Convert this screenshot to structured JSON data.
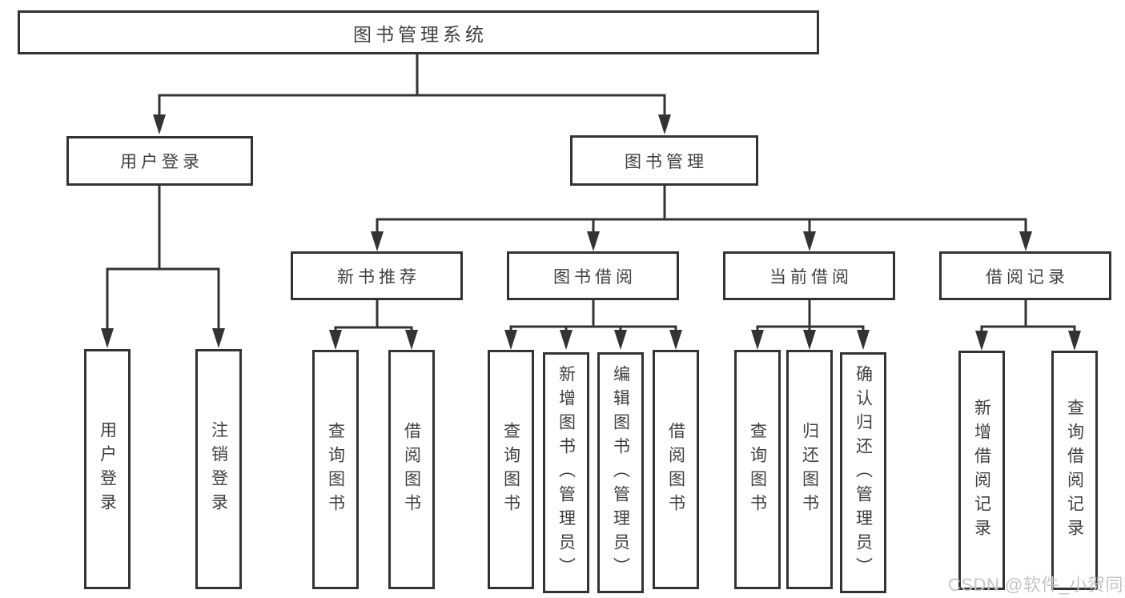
{
  "diagram": {
    "title_note": "",
    "root": {
      "label": "图书管理系统"
    },
    "branches": [
      {
        "label": "用户登录",
        "children": [
          {
            "label": "用户登录"
          },
          {
            "label": "注销登录"
          }
        ]
      },
      {
        "label": "图书管理",
        "children": [
          {
            "label": "新书推荐",
            "children": [
              {
                "label": "查询图书"
              },
              {
                "label": "借阅图书"
              }
            ]
          },
          {
            "label": "图书借阅",
            "children": [
              {
                "label": "查询图书"
              },
              {
                "label": "新增图书（管理员）"
              },
              {
                "label": "编辑图书（管理员）"
              },
              {
                "label": "借阅图书"
              }
            ]
          },
          {
            "label": "当前借阅",
            "children": [
              {
                "label": "查询图书"
              },
              {
                "label": "归还图书"
              },
              {
                "label": "确认归还（管理员）"
              }
            ]
          },
          {
            "label": "借阅记录",
            "children": [
              {
                "label": "新增借阅记录"
              },
              {
                "label": "查询借阅记录"
              }
            ]
          }
        ]
      }
    ]
  },
  "watermark": "CSDN @软件_小贺同学",
  "colors": {
    "line": "#333333",
    "text": "#3f3f3f",
    "watermark": "#c5c5c5",
    "background": "#ffffff"
  }
}
